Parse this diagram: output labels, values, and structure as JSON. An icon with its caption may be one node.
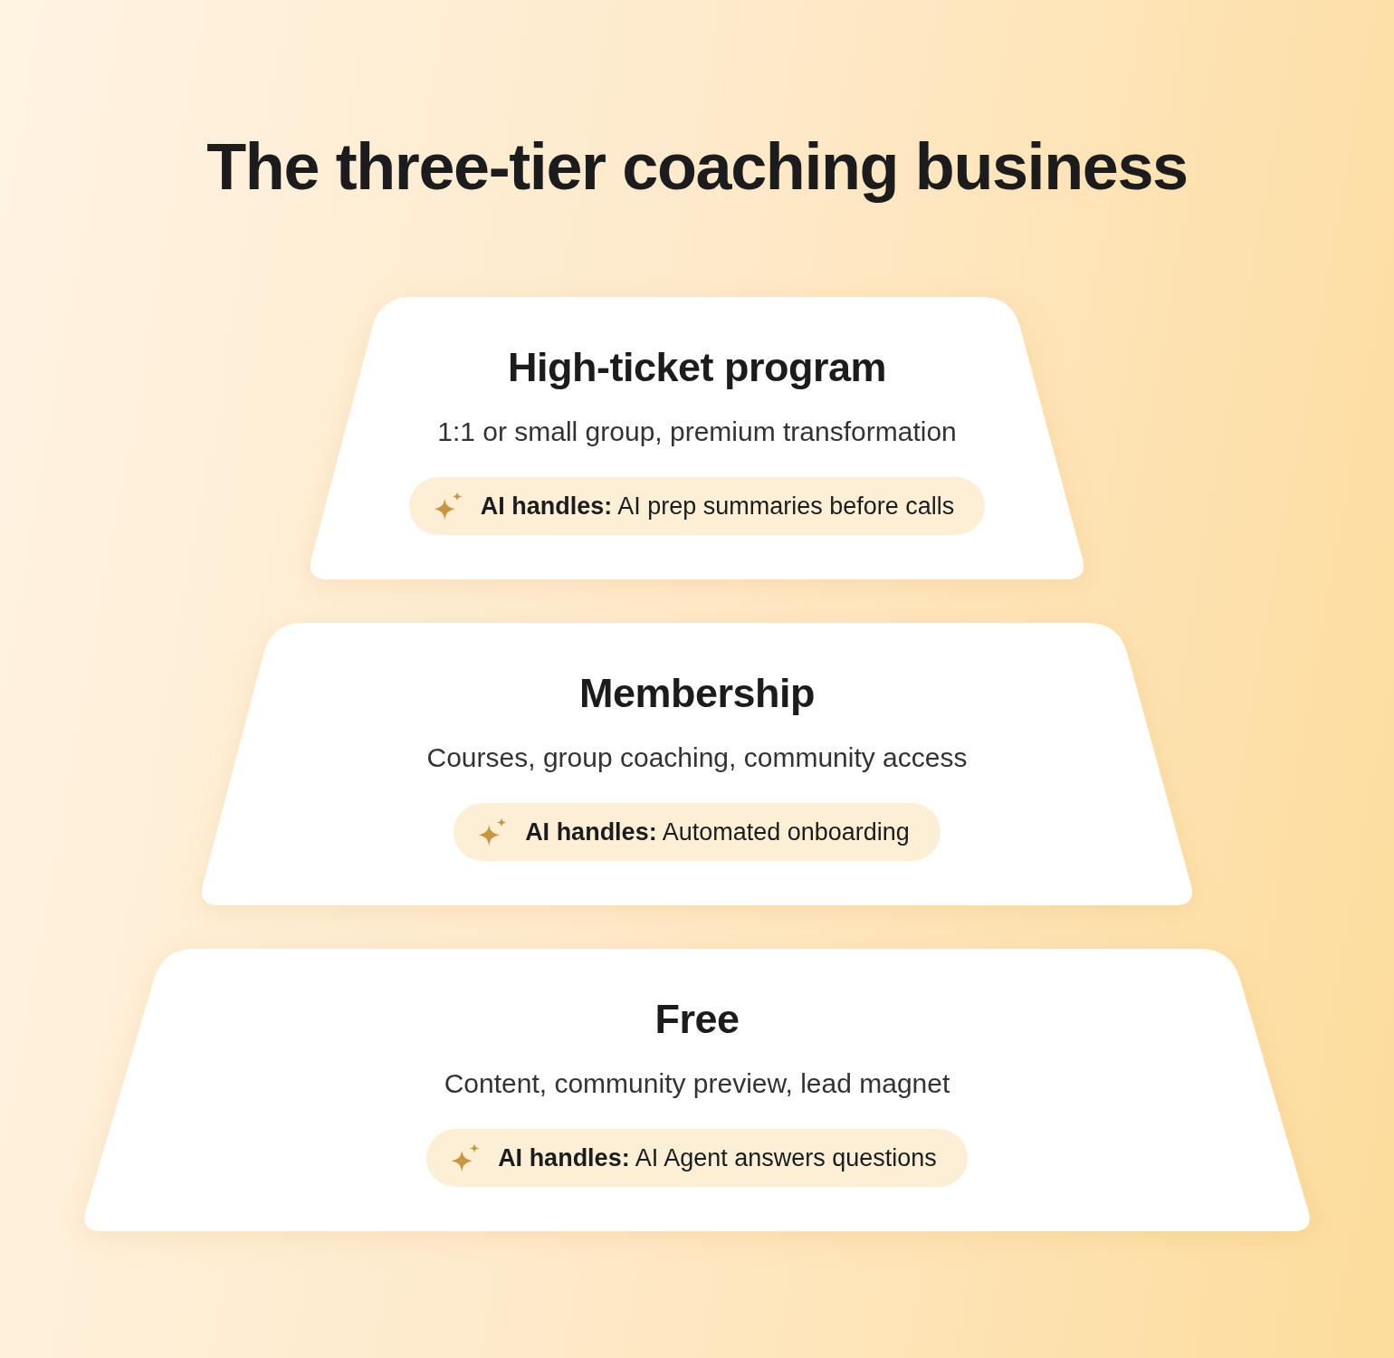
{
  "diagram": {
    "title": "The three-tier coaching business",
    "nodes": [
      {
        "text": [
          "High-ticket program",
          "1:1 or small group, premium transformation"
        ]
      },
      {
        "text": [
          "**AI handles:** AI prep summaries before calls"
        ],
        "in": 0
      },
      {
        "text": [
          "Membership",
          "Courses, group coaching, community access"
        ]
      },
      {
        "text": [
          "**AI handles:** Automated onboarding"
        ],
        "in": 2
      },
      {
        "text": [
          "Free",
          "Content, community preview, lead magnet"
        ]
      },
      {
        "text": [
          "**AI handles:** AI Agent answers questions"
        ],
        "in": 4
      }
    ]
  }
}
